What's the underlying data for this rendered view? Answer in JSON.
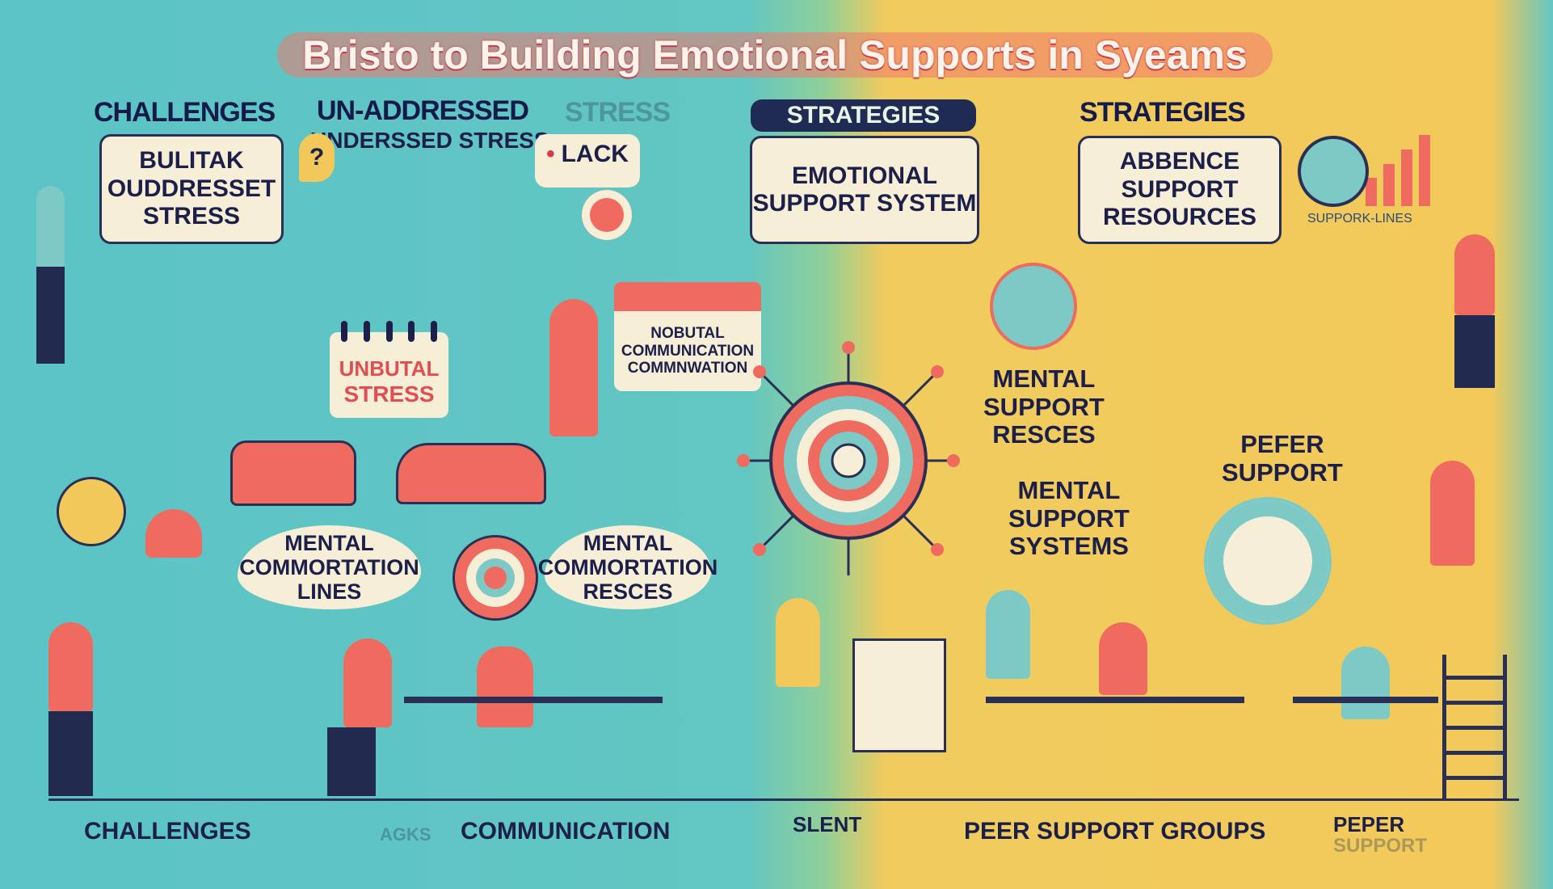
{
  "title": "Bristo to Building Emotional Supports in Syeams",
  "left": {
    "headers": {
      "challenges": "CHALLENGES",
      "unaddressed": "UN-ADDRESSED",
      "stress": "STRESS",
      "sub": "UNDERSSED STRESS"
    },
    "box_builtak": "BULITAK\nOUDDRESSET\nSTRESS",
    "box_lack": "LACK",
    "calendar": {
      "line1": "UNBUTAL",
      "line2": "STRESS"
    },
    "box_nobutal": "NOBUTAL\nCOMMUNICATION\nCOMMNWATION",
    "bubble_1": "MENTAL\nCOMMORTATION\nLINES",
    "bubble_2": "MENTAL\nCOMMORTATION\nRESCES"
  },
  "right": {
    "strategies_pill": "STRATEGIES",
    "strategies_header": "STRATEGIES",
    "box_emotional": "EMOTIONAL\nSUPPORT SYSTEM",
    "box_abbence": "ABBENCE\nSUPPORT\nRESOURCES",
    "chart_caption": "SUPPORK-LINES",
    "label_mental_resces": "MENTAL\nSUPPORT\nRESCES",
    "label_pefer": "PEFER\nSUPPORT",
    "label_mental_systems": "MENTAL\nSUPPORT\nSYSTEMS"
  },
  "bottom": {
    "challenges": "CHALLENGES",
    "acks": "AGKS",
    "communication": "COMMUNICATION",
    "slent": "SLENT",
    "peer_groups": "PEER SUPPORT GROUPS",
    "peper": "PEPER",
    "support": "SUPPORT"
  },
  "colors": {
    "teal": "#5cc4c6",
    "yellow": "#f3c95a",
    "coral": "#ef6a5f",
    "navy": "#1b1f4a",
    "cream": "#f7eed8"
  }
}
